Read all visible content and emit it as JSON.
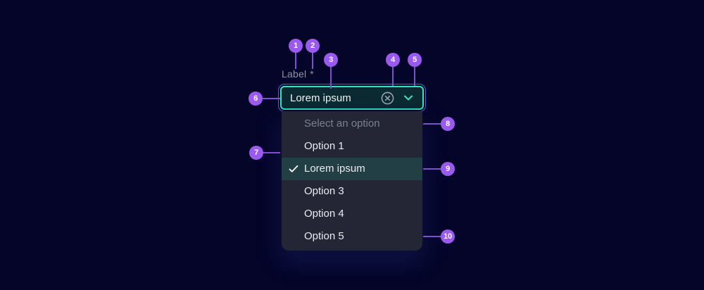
{
  "component": {
    "label": "Label",
    "required_indicator": "*",
    "select": {
      "value": "Lorem ipsum",
      "icons": [
        "x-circle-clear-icon",
        "chevron-down-icon"
      ]
    },
    "dropdown": {
      "options": [
        {
          "label": "Select an option",
          "state": "placeholder"
        },
        {
          "label": "Option 1",
          "state": "default"
        },
        {
          "label": "Lorem ipsum",
          "state": "selected"
        },
        {
          "label": "Option 3",
          "state": "default"
        },
        {
          "label": "Option 4",
          "state": "default"
        },
        {
          "label": "Option 5",
          "state": "default"
        }
      ],
      "selected_check_icon": "check-icon"
    }
  },
  "badges": [
    "1",
    "2",
    "3",
    "4",
    "5",
    "6",
    "7",
    "8",
    "9",
    "10"
  ],
  "colors": {
    "background": "#050529",
    "badge": "#9a5af0",
    "connector": "#7b51c9",
    "select_border": "#36e3bf",
    "focus_ring": "#4468d9",
    "select_bg": "#0b2a31",
    "dropdown_bg": "#242636",
    "selected_option_bg": "#223f45",
    "placeholder_text": "#79818f",
    "option_text": "#e9ebef",
    "label_text": "#8b93a4",
    "value_text": "#f2f4f6",
    "icon_gray": "#9aa4b2",
    "chevron_teal": "#40e3be",
    "check_color": "#ffffff"
  }
}
